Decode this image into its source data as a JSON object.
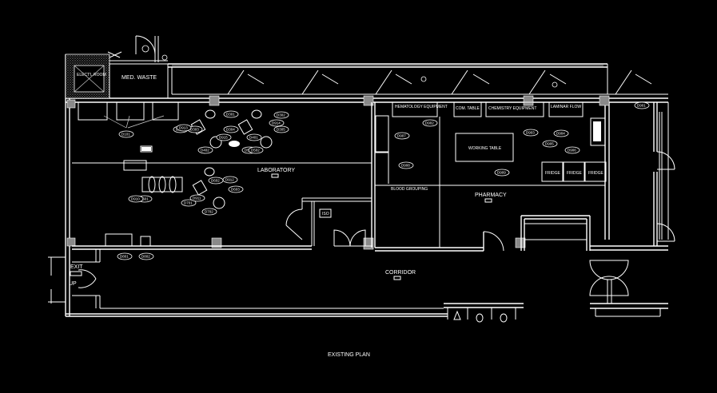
{
  "rooms": {
    "laboratory": "LABORATORY",
    "pharmacy": "PHARMACY",
    "corridor": "CORRIDOR",
    "med_waste": "MED. WASTE",
    "elect_room": "ELECT'L ROOM",
    "blood_grouping": "BLOOD GROUPING",
    "iso": "ISO"
  },
  "equipment": {
    "hematology": "HEMATOLOGY EQUIPMENT",
    "com_table": "COM. TABLE",
    "chemistry": "CHEMISTRY EQUIPMENT",
    "laminar": "LAMINAR FLOW",
    "working_table": "WORKING TABLE",
    "fridges": [
      "FRIDGE",
      "FRIDGE",
      "FRIDGE"
    ]
  },
  "exit_label": "EXIT",
  "up_label": "UP",
  "plan_title": "EXISTING PLAN",
  "tags": [
    "D101",
    "D202",
    "D301",
    "D302",
    "D303",
    "D304",
    "D305",
    "D401",
    "D402",
    "D501",
    "D502",
    "D601",
    "D602",
    "D603",
    "D701",
    "D702",
    "D801",
    "D802",
    "D901",
    "D902",
    "D903",
    "D904",
    "D905",
    "D906",
    "D907",
    "D908",
    "D909",
    "D910",
    "D911",
    "D912",
    "D913",
    "D914",
    "D915"
  ]
}
